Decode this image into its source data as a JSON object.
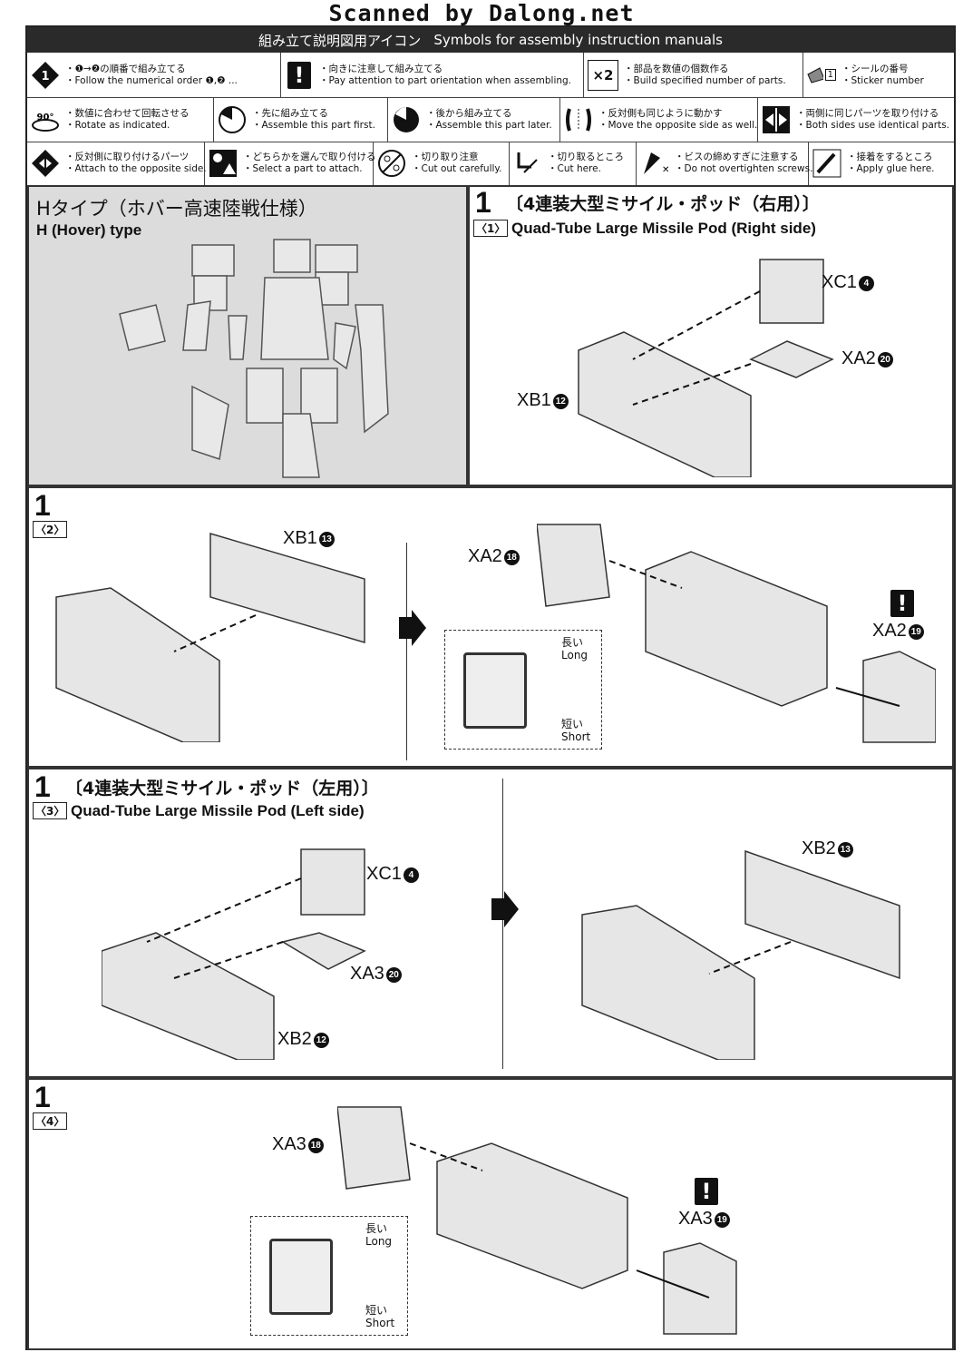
{
  "watermark": "Scanned by Dalong.net",
  "legend": {
    "title_jp": "組み立て説明図用アイコン",
    "title_en": "Symbols for assembly instruction manuals",
    "items": [
      {
        "icon": "numerical-order-icon",
        "jp": "・❶→❷の順番で組み立てる",
        "en": "・Follow the numerical order ❶,❷ ..."
      },
      {
        "icon": "attention-icon",
        "jp": "・向きに注意して組み立てる",
        "en": "・Pay attention to part orientation when assembling."
      },
      {
        "icon": "build-multiple-icon",
        "jp": "・部品を数値の個数作る",
        "en": "・Build specified number of parts."
      },
      {
        "icon": "sticker-number-icon",
        "jp": "・シールの番号",
        "en": "・Sticker number"
      },
      {
        "icon": "rotate-icon",
        "jp": "・数値に合わせて回転させる",
        "en": "・Rotate as indicated."
      },
      {
        "icon": "assemble-first-icon",
        "jp": "・先に組み立てる",
        "en": "・Assemble this part first."
      },
      {
        "icon": "assemble-later-icon",
        "jp": "・後から組み立てる",
        "en": "・Assemble this part later."
      },
      {
        "icon": "opposite-side-move-icon",
        "jp": "・反対側も同じように動かす",
        "en": "・Move the opposite side as well."
      },
      {
        "icon": "both-sides-icon",
        "jp": "・両側に同じパーツを取り付ける",
        "en": "・Both sides use identical parts."
      },
      {
        "icon": "attach-opposite-icon",
        "jp": "・反対側に取り付けるパーツ",
        "en": "・Attach to the opposite side."
      },
      {
        "icon": "select-part-icon",
        "jp": "・どちらかを選んで取り付ける",
        "en": "・Select a part to attach."
      },
      {
        "icon": "cut-carefully-icon",
        "jp": "・切り取り注意",
        "en": "・Cut out carefully."
      },
      {
        "icon": "cut-here-icon",
        "jp": "・切り取るところ",
        "en": "・Cut here."
      },
      {
        "icon": "screw-icon",
        "jp": "・ビスの締めすぎに注意する",
        "en": "・Do not overtighten screws."
      },
      {
        "icon": "glue-icon",
        "jp": "・接着をするところ",
        "en": "・Apply glue here."
      }
    ],
    "sticker_box": "1",
    "rotate_value": "90°",
    "multiply_value": "×2"
  },
  "htype": {
    "title_jp": "Hタイプ（ホバー高速陸戦仕様）",
    "title_en": "H (Hover) type"
  },
  "steps": {
    "s1": {
      "num": "1",
      "sub": "〈1〉",
      "title_jp": "〔4連装大型ミサイル・ポッド（右用）〕",
      "title_en": "Quad-Tube Large Missile Pod (Right side)",
      "parts": [
        {
          "name": "XC1",
          "num": "4"
        },
        {
          "name": "XA2",
          "num": "20"
        },
        {
          "name": "XB1",
          "num": "12"
        }
      ]
    },
    "s2": {
      "num": "1",
      "sub": "〈2〉",
      "parts": [
        {
          "name": "XB1",
          "num": "13"
        },
        {
          "name": "XA2",
          "num": "18"
        },
        {
          "name": "XA2",
          "num": "19"
        }
      ],
      "long_jp": "長い",
      "long_en": "Long",
      "short_jp": "短い",
      "short_en": "Short"
    },
    "s3": {
      "num": "1",
      "sub": "〈3〉",
      "title_jp": "〔4連装大型ミサイル・ポッド（左用）〕",
      "title_en": "Quad-Tube Large Missile Pod (Left side)",
      "parts": [
        {
          "name": "XC1",
          "num": "4"
        },
        {
          "name": "XA3",
          "num": "20"
        },
        {
          "name": "XB2",
          "num": "12"
        },
        {
          "name": "XB2",
          "num": "13"
        }
      ]
    },
    "s4": {
      "num": "1",
      "sub": "〈4〉",
      "parts": [
        {
          "name": "XA3",
          "num": "18"
        },
        {
          "name": "XA3",
          "num": "19"
        }
      ],
      "long_jp": "長い",
      "long_en": "Long",
      "short_jp": "短い",
      "short_en": "Short"
    }
  },
  "warn_symbol": "!"
}
